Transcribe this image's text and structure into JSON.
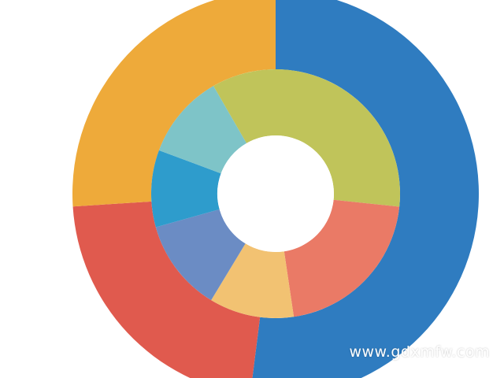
{
  "colors": {
    "blue": "#2f7cc0",
    "red": "#e05a4e",
    "orange": "#eeaa3a",
    "olive": "#c0c45a",
    "inner_red": "#ea7a66",
    "inner_orange": "#f2c272",
    "inner_blue": "#6b8cc4",
    "inner_teal": "#2e9ccc",
    "inner_light_teal": "#7ec4c8",
    "center": "#ffffff"
  },
  "chart_data": {
    "type": "pie",
    "variant": "two-ring donut",
    "outer_ring": [
      {
        "name": "",
        "value": 52,
        "color": "#2f7cc0"
      },
      {
        "name": "",
        "value": 22,
        "color": "#e05a4e"
      },
      {
        "name": "",
        "value": 26,
        "color": "#eeaa3a"
      }
    ],
    "inner_ring": [
      {
        "name": "",
        "value": 35,
        "color": "#c0c45a"
      },
      {
        "name": "",
        "value": 21,
        "color": "#ea7a66"
      },
      {
        "name": "",
        "value": 11,
        "color": "#f2c272"
      },
      {
        "name": "",
        "value": 12,
        "color": "#6b8cc4"
      },
      {
        "name": "",
        "value": 10,
        "color": "#2e9ccc"
      },
      {
        "name": "",
        "value": 11,
        "color": "#7ec4c8"
      }
    ],
    "labels": [],
    "title": ""
  },
  "watermark": "www.gdxmfw.com"
}
